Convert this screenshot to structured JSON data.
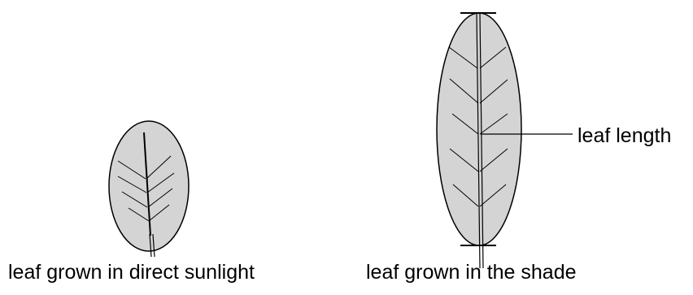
{
  "leaves": [
    {
      "caption": "leaf grown in direct sunlight"
    },
    {
      "caption": "leaf grown in the shade"
    }
  ],
  "annotation": {
    "leaf_length_label": "leaf length"
  },
  "colors": {
    "leaf_fill": "#d4d4d4",
    "stroke": "#000000",
    "background": "#ffffff"
  }
}
